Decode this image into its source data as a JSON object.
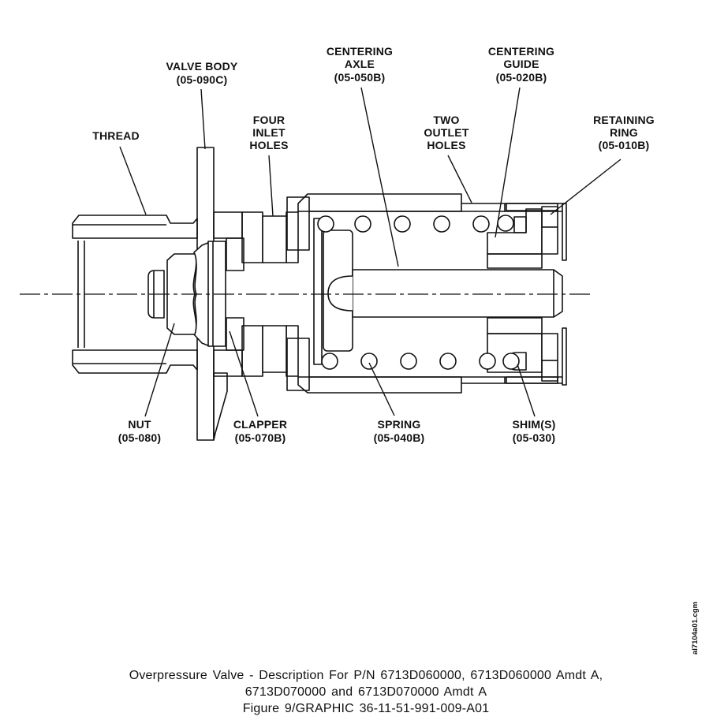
{
  "figure": {
    "ink": "#111111",
    "callouts": [
      {
        "id": "thread",
        "lines": [
          "THREAD"
        ]
      },
      {
        "id": "valve-body",
        "lines": [
          "VALVE BODY",
          "(05-090C)"
        ]
      },
      {
        "id": "four-inlet-holes",
        "lines": [
          "FOUR",
          "INLET",
          "HOLES"
        ]
      },
      {
        "id": "centering-axle",
        "lines": [
          "CENTERING",
          "AXLE",
          "(05-050B)"
        ]
      },
      {
        "id": "two-outlet-holes",
        "lines": [
          "TWO",
          "OUTLET",
          "HOLES"
        ]
      },
      {
        "id": "centering-guide",
        "lines": [
          "CENTERING",
          "GUIDE",
          "(05-020B)"
        ]
      },
      {
        "id": "retaining-ring",
        "lines": [
          "RETAINING",
          "RING",
          "(05-010B)"
        ]
      },
      {
        "id": "nut",
        "lines": [
          "NUT",
          "(05-080)"
        ]
      },
      {
        "id": "clapper",
        "lines": [
          "CLAPPER",
          "(05-070B)"
        ]
      },
      {
        "id": "spring",
        "lines": [
          "SPRING",
          "(05-040B)"
        ]
      },
      {
        "id": "shims",
        "lines": [
          "SHIM(S)",
          "(05-030)"
        ]
      }
    ],
    "caption": {
      "line1": "Overpressure Valve - Description For P/N 6713D060000, 6713D060000 Amdt A,",
      "line2": "6713D070000 and 6713D070000 Amdt A",
      "line3": "Figure 9/GRAPHIC 36-11-51-991-009-A01"
    },
    "watermark": "al7104a01.cgm"
  }
}
